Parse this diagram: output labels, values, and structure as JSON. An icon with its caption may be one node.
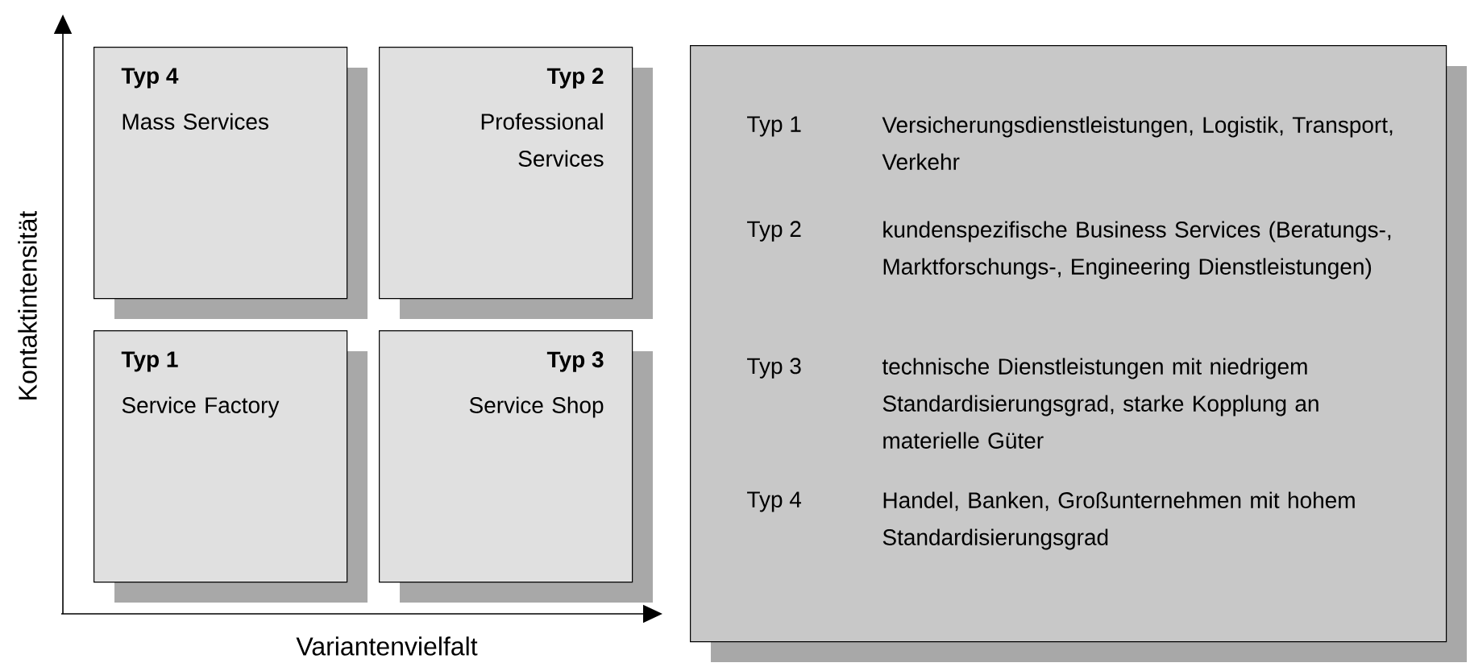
{
  "diagram": {
    "nodes": [
      {
        "text": [
          "Typ 4",
          "Mass Services"
        ]
      },
      {
        "text": [
          "Typ 2",
          "Professional Services"
        ]
      },
      {
        "text": [
          "Typ 1",
          "Service Factory"
        ]
      },
      {
        "text": [
          "Typ 3",
          "Service Shop"
        ]
      },
      {
        "text": [
          "Typ 1",
          "Versicherungsdienstleistungen, Logistik, Transport, Verkehr",
          "Typ 2",
          "kundenspezifische Business Services (Beratungs-, Marktforschungs-, Engineering Dienstleistungen)",
          "Typ 3",
          "technische Dienstleistungen mit niedrigem Standardisierungsgrad, starke Kopplung an materielle Güter",
          "Typ 4",
          "Handel, Banken, Großunternehmen mit hohem Standardisierungsgrad"
        ]
      }
    ],
    "labels": [
      "Kontaktintensität",
      "Variantenvielfalt"
    ]
  }
}
